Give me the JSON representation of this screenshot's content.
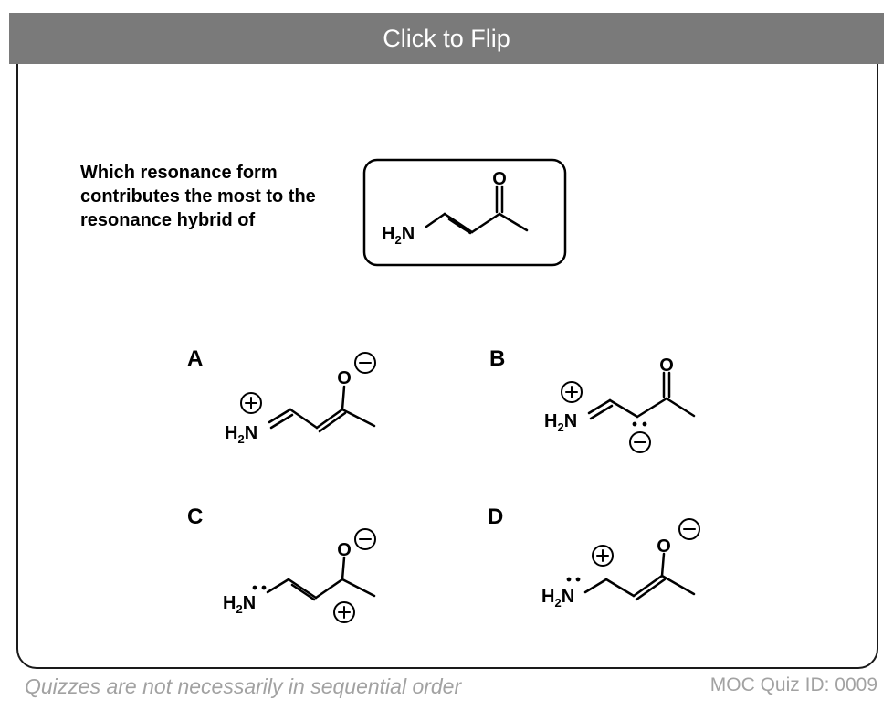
{
  "header": {
    "flip_label": "Click to Flip"
  },
  "question": {
    "text": "Which resonance form contributes the most to the resonance hybrid of"
  },
  "molecule": {
    "amine": "H2N",
    "carbonyl": "O"
  },
  "options": [
    {
      "label": "A"
    },
    {
      "label": "B"
    },
    {
      "label": "C"
    },
    {
      "label": "D"
    }
  ],
  "footer": {
    "note": "Quizzes are not necessarily in sequential order",
    "quiz_id": "MOC Quiz ID: 0009"
  }
}
